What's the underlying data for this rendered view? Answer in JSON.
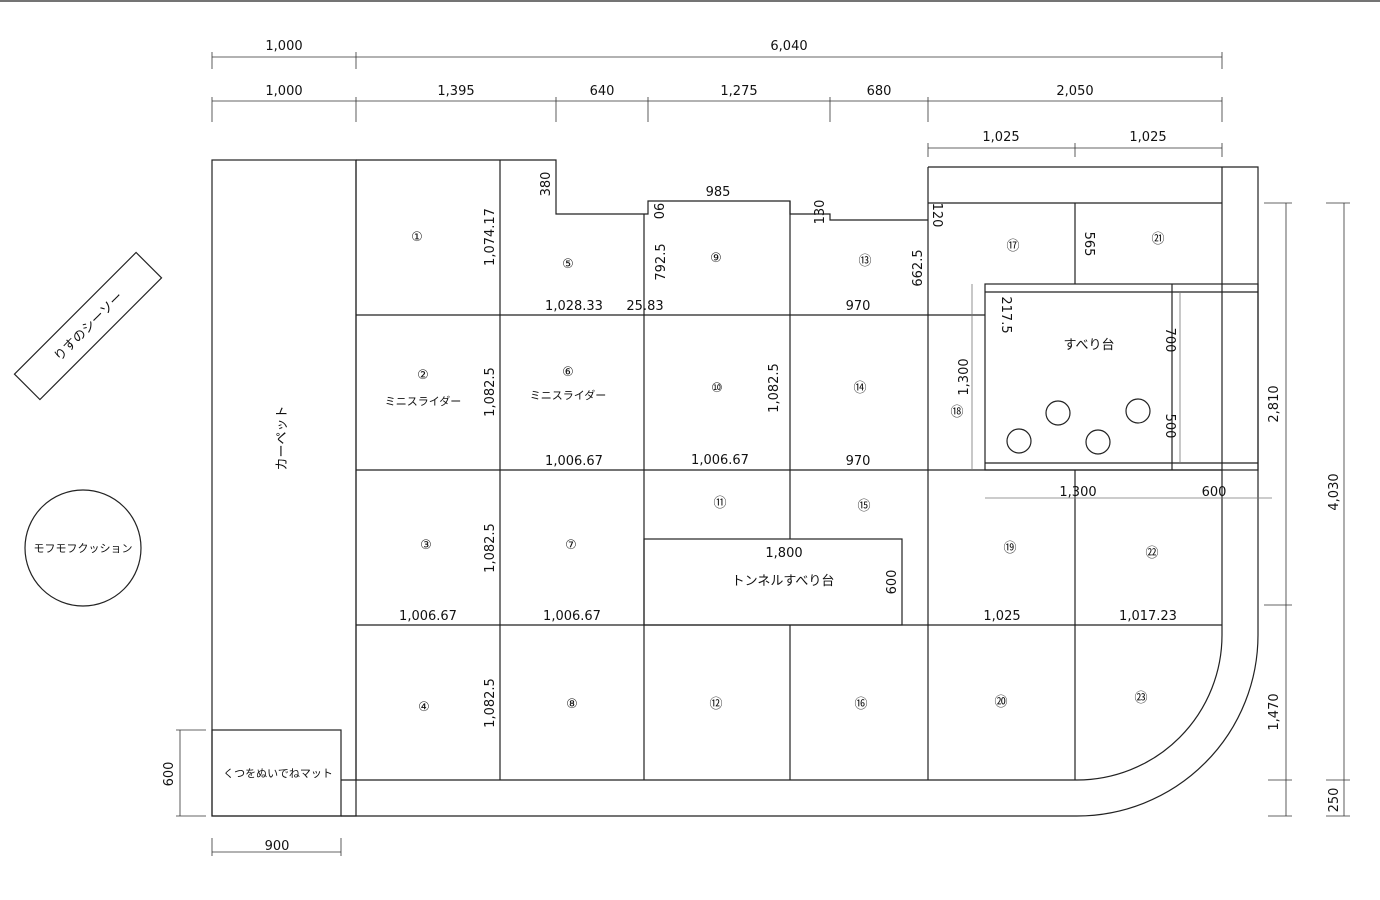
{
  "dims": {
    "top1": [
      "1,000",
      "6,040"
    ],
    "top2": [
      "1,000",
      "1,395",
      "640",
      "1,275",
      "680",
      "2,050"
    ],
    "top3": [
      "1,025",
      "1,025"
    ],
    "right": [
      "2,810",
      "1,470",
      "4,030",
      "250"
    ],
    "mat_h": "600",
    "mat_w": "900",
    "tunnel_w": "1,800",
    "tunnel_h": "600",
    "slide": [
      "217.5",
      "700",
      "500",
      "1,300",
      "1,300",
      "600"
    ]
  },
  "labels": {
    "carpet": "カーペット",
    "mat": "くつをぬいでねマット",
    "tunnel": "トンネルすべり台",
    "slide": "すべり台",
    "seesaw": "りすのシーソー",
    "cushion": "モフモフクッション",
    "mini_slider": "ミニスライダー"
  },
  "cells": [
    "①",
    "②",
    "③",
    "④",
    "⑤",
    "⑥",
    "⑦",
    "⑧",
    "⑨",
    "⑩",
    "⑪",
    "⑫",
    "⑬",
    "⑭",
    "⑮",
    "⑯",
    "⑰",
    "⑱",
    "⑲",
    "⑳",
    "㉑",
    "㉒",
    "㉓"
  ],
  "inner": {
    "v_1074": "1,074.17",
    "v_1082": "1,082.5",
    "v_792": "792.5",
    "v_662": "662.5",
    "v_565": "565",
    "v_380": "380",
    "v_90": "90",
    "v_130": "130",
    "v_120": "120",
    "h_985": "985",
    "h_1028": "1,028.33",
    "h_25": "25.83",
    "h_970": "970",
    "h_1006": "1,006.67",
    "h_1025": "1,025",
    "h_1017": "1,017.23"
  }
}
